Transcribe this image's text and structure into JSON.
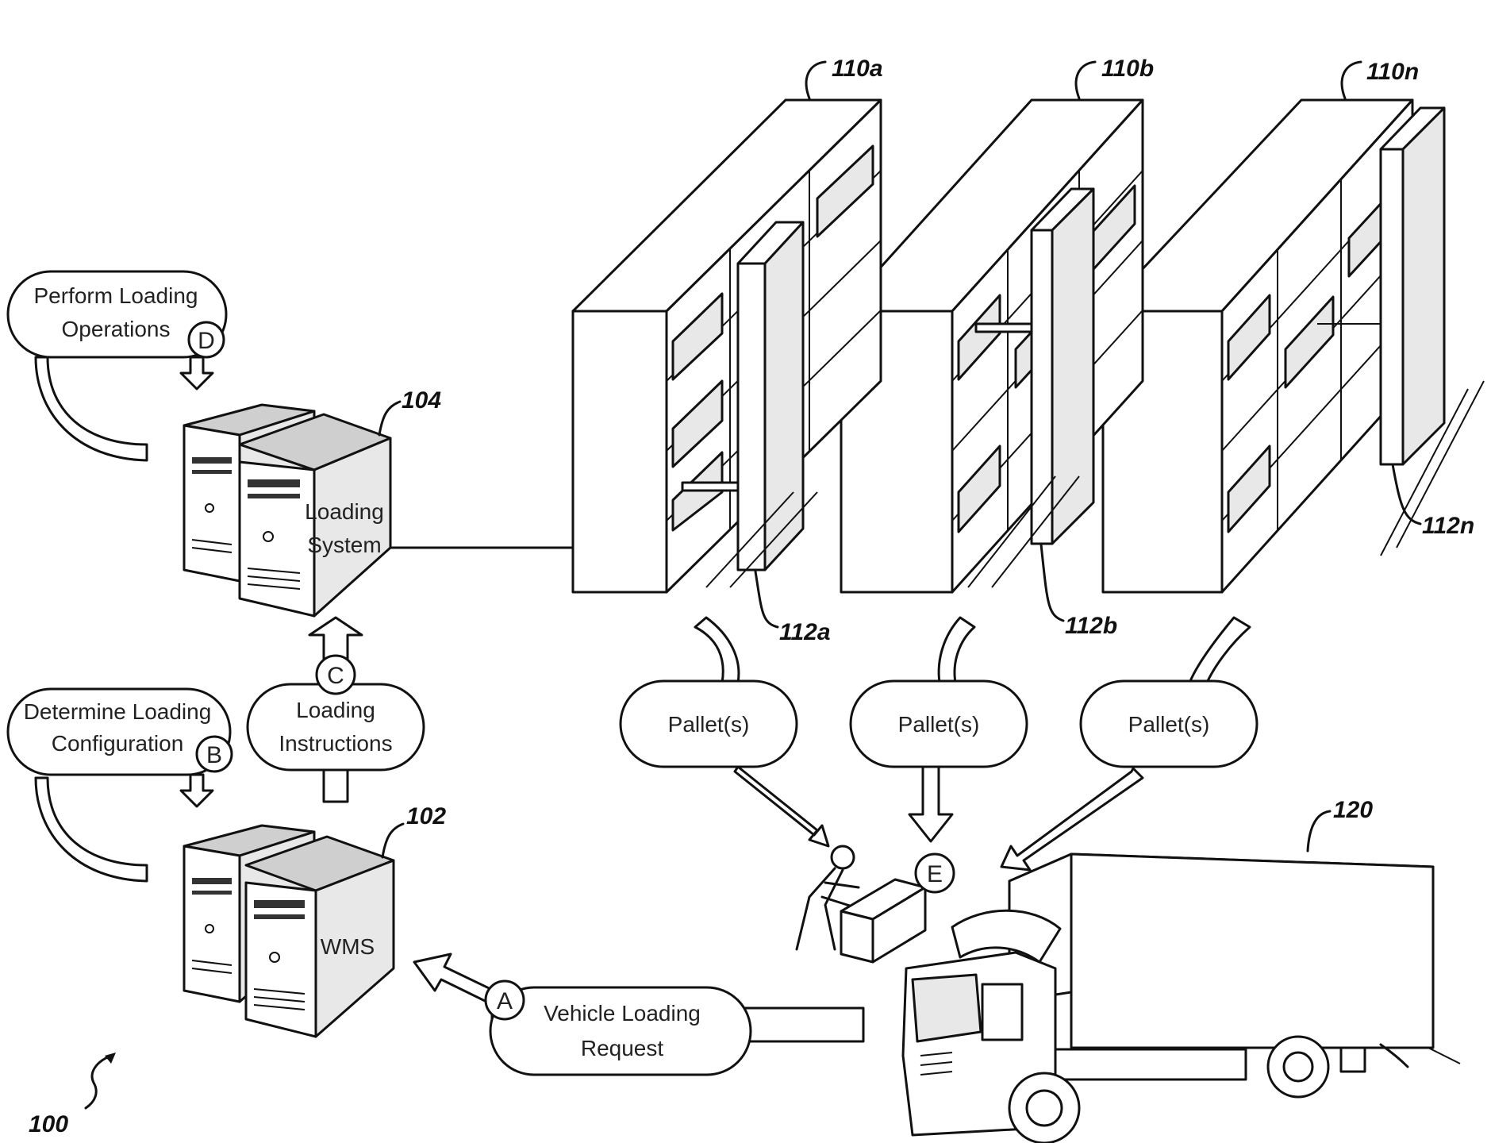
{
  "figure_ref": "100",
  "servers": {
    "loading_system": {
      "ref": "104",
      "label_line1": "Loading",
      "label_line2": "System"
    },
    "wms": {
      "ref": "102",
      "label": "WMS"
    }
  },
  "steps": {
    "a": {
      "letter": "A",
      "line1": "Vehicle Loading",
      "line2": "Request"
    },
    "b": {
      "letter": "B",
      "line1": "Determine Loading",
      "line2": "Configuration"
    },
    "c": {
      "letter": "C",
      "line1": "Loading",
      "line2": "Instructions"
    },
    "d": {
      "letter": "D",
      "line1": "Perform Loading",
      "line2": "Operations"
    },
    "e": {
      "letter": "E"
    }
  },
  "shelves": [
    {
      "ref": "110a",
      "robot_ref": "112a"
    },
    {
      "ref": "110b",
      "robot_ref": "112b"
    },
    {
      "ref": "110n",
      "robot_ref": "112n"
    }
  ],
  "pallets": [
    "Pallet(s)",
    "Pallet(s)",
    "Pallet(s)"
  ],
  "truck_ref": "120"
}
